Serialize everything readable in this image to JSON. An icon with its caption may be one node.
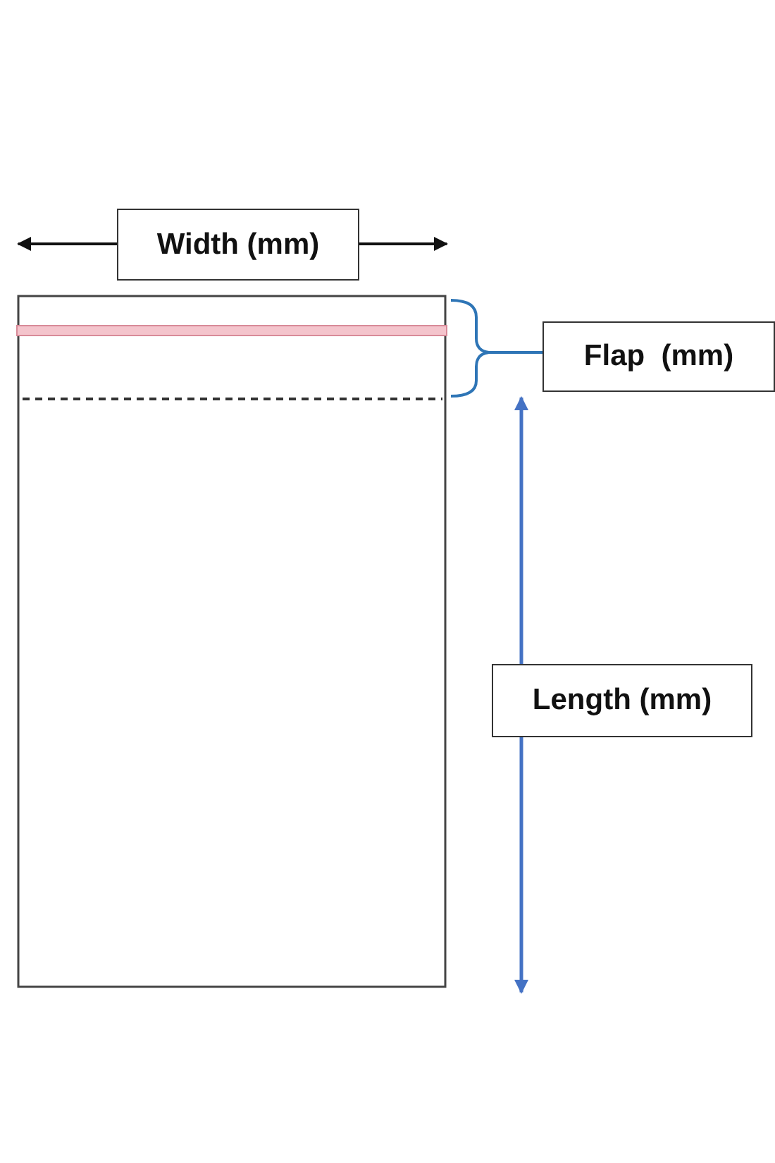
{
  "diagram": {
    "nodes": [
      {
        "text": [
          "Width (mm)"
        ]
      },
      {
        "text": [
          "Flap  (mm)"
        ]
      },
      {
        "text": [
          "Length (mm)"
        ]
      }
    ]
  }
}
